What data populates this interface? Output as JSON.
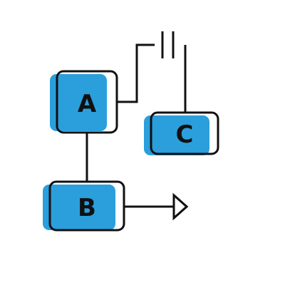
{
  "colors": {
    "fill": "#2b9fdc",
    "stroke": "#111111",
    "background": "#ffffff"
  },
  "nodes": {
    "a": {
      "label": "A"
    },
    "b": {
      "label": "B"
    },
    "c": {
      "label": "C"
    }
  },
  "symbols": [
    "capacitor",
    "arrow"
  ]
}
